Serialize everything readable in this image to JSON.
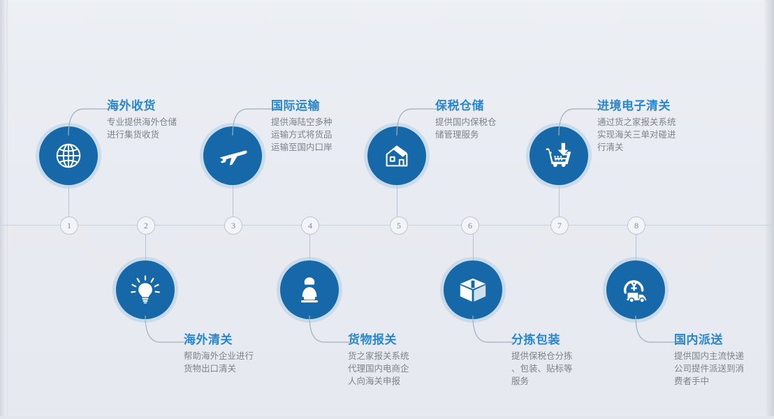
{
  "page": {
    "type": "cross-border-logistics-flow-infographic",
    "background_color": "#e9ecf1",
    "accent_color": "#1668a8",
    "title_color": "#2a86cf",
    "desc_color": "#7d838b",
    "marker_count": 8
  },
  "steps": [
    {
      "number": "1",
      "icon": "globe-icon",
      "title": "海外收货",
      "desc": "专业提供海外仓储进行集货收货",
      "desc_lines": [
        "专业提供海外仓储",
        "进行集货收货"
      ],
      "row": "top"
    },
    {
      "number": "2",
      "icon": "lightbulb-icon",
      "title": "海外清关",
      "desc": "帮助海外企业进行货物出口清关",
      "desc_lines": [
        "帮助海外企业进行",
        "货物出口清关"
      ],
      "row": "bottom"
    },
    {
      "number": "3",
      "icon": "airplane-icon",
      "title": "国际运输",
      "desc": "提供海陆空多种运输方式将货品运输至国内口岸",
      "desc_lines": [
        "提供海陆空多种",
        "运输方式将货品",
        "运输至国内口岸"
      ],
      "row": "top"
    },
    {
      "number": "4",
      "icon": "person-laptop-icon",
      "title": "货物报关",
      "desc": "货之家报关系统代理国内电商企人向海关申报",
      "desc_lines": [
        "货之家报关系统",
        "代理国内电商企",
        "人向海关申报"
      ],
      "row": "bottom"
    },
    {
      "number": "5",
      "icon": "warehouse-house-icon",
      "title": "保税仓储",
      "desc": "提供国内保税仓储管理服务",
      "desc_lines": [
        "提供国内保税仓",
        "储管理服务"
      ],
      "row": "top"
    },
    {
      "number": "6",
      "icon": "open-box-icon",
      "title": "分拣包装",
      "desc": "提供保税仓分拣、包装、贴标等服务",
      "desc_lines": [
        "提供保税仓分拣",
        "、包装、贴标等",
        "服务"
      ],
      "row": "bottom"
    },
    {
      "number": "7",
      "icon": "shopping-cart-download-icon",
      "title": "进境电子清关",
      "desc": "通过货之家报关系统实现海关三单对碰进行清关",
      "desc_lines": [
        "通过货之家报关系统",
        "实现海关三单对碰进",
        "行清关"
      ],
      "row": "top"
    },
    {
      "number": "8",
      "icon": "delivery-truck-icon",
      "title": "国内派送",
      "desc": "提供国内主流快递公司提件派送到消费者手中",
      "desc_lines": [
        "提供国内主流快递",
        "公司提件派送到消",
        "费者手中"
      ],
      "row": "bottom"
    }
  ]
}
